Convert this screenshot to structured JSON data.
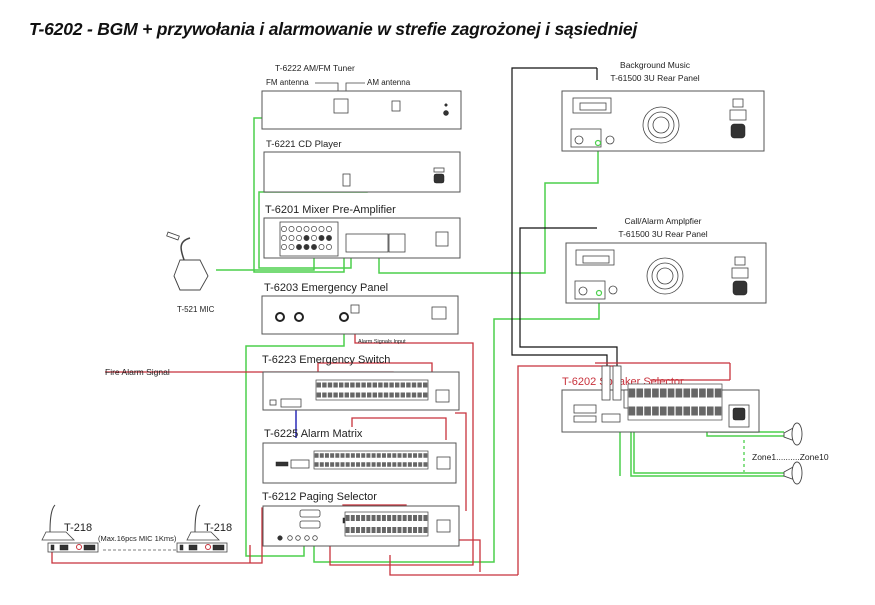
{
  "title": "T-6202 - BGM + przywołania i alarmowanie w strefie zagrożonej i sąsiedniej",
  "devices": {
    "tuner": {
      "name": "T-6222 AM/FM Tuner",
      "fm_antenna": "FM antenna",
      "am_antenna": "AM antenna"
    },
    "cd": {
      "name": "T-6221 CD Player"
    },
    "mixer": {
      "name": "T-6201 Mixer Pre-Amplifier"
    },
    "mic": {
      "name": "T-521 MIC"
    },
    "emergency_panel": {
      "name": "T-6203 Emergency Panel",
      "alarm_input": "Alarm Signals Input"
    },
    "emergency_switch": {
      "name": "T-6223 Emergency Switch",
      "fire_alarm": "Fire Alarm Signal"
    },
    "alarm_matrix": {
      "name": "T-6225 Alarm Matrix"
    },
    "paging_selector": {
      "name": "T-6212 Paging Selector"
    },
    "paging_mic_1": {
      "name": "T-218"
    },
    "paging_mic_2": {
      "name": "T-218"
    },
    "paging_note": "(Max.16pcs MIC 1Kms)",
    "bgm_amp": {
      "line1": "Background Music",
      "line2": "T-61500 3U Rear Panel"
    },
    "call_amp": {
      "line1": "Call/Alarm Amplpfier",
      "line2": "T-61500 3U Rear Panel"
    },
    "speaker_selector": {
      "name": "T-6202 Speaker Selector"
    },
    "zones": "Zone1..........Zone10"
  },
  "colors": {
    "audio": "#4ccf4c",
    "control": "#c8323c",
    "speaker_line": "#111111",
    "data": "#2a2ab8"
  }
}
